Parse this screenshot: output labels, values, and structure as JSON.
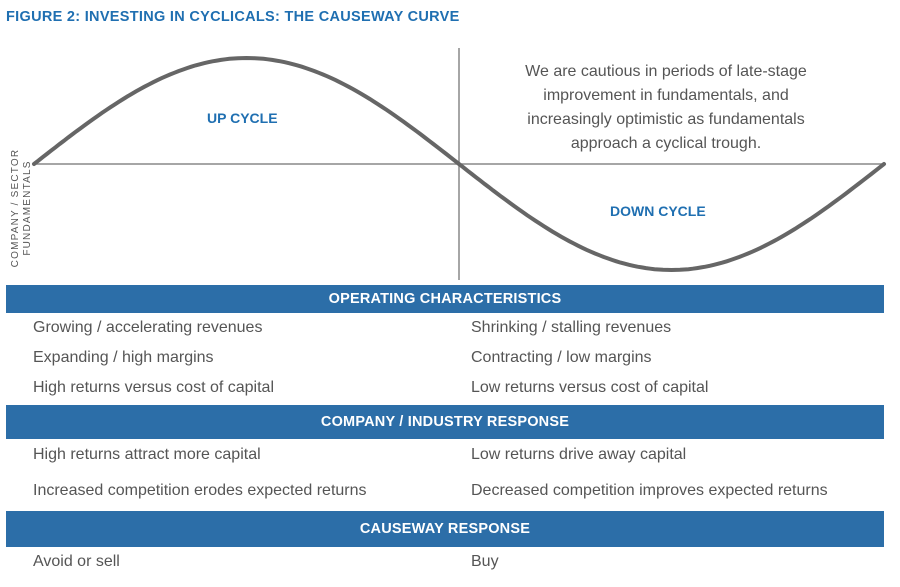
{
  "figure_title": "FIGURE 2: INVESTING IN CYCLICALS: THE CAUSEWAY CURVE",
  "diagram": {
    "y_axis_label_line1": "COMPANY / SECTOR",
    "y_axis_label_line2": "FUNDAMENTALS",
    "up_label": "UP CYCLE",
    "down_label": "DOWN CYCLE",
    "note_lines": [
      "We are cautious in periods of late-stage",
      "improvement in fundamentals, and",
      "increasingly optimistic as fundamentals",
      "approach a cyclical trough."
    ],
    "curve_color": "#666666",
    "axis_color": "#888888"
  },
  "sections": [
    {
      "heading": "OPERATING CHARACTERISTICS",
      "rows": [
        {
          "left": "Growing / accelerating revenues",
          "right": "Shrinking / stalling revenues"
        },
        {
          "left": "Expanding / high margins",
          "right": "Contracting / low margins"
        },
        {
          "left": "High returns versus cost of capital",
          "right": "Low returns versus cost of capital"
        }
      ]
    },
    {
      "heading": "COMPANY / INDUSTRY RESPONSE",
      "rows": [
        {
          "left": "High returns attract more capital",
          "right": "Low returns drive away capital"
        },
        {
          "left": "Increased competition erodes expected returns",
          "right": "Decreased competition improves expected returns"
        }
      ]
    },
    {
      "heading": "CAUSEWAY RESPONSE",
      "rows": [
        {
          "left": "Avoid or sell",
          "right": "Buy"
        }
      ]
    }
  ],
  "colors": {
    "accent": "#1f6fb1",
    "band": "#2c6ea8",
    "text": "#555555"
  }
}
